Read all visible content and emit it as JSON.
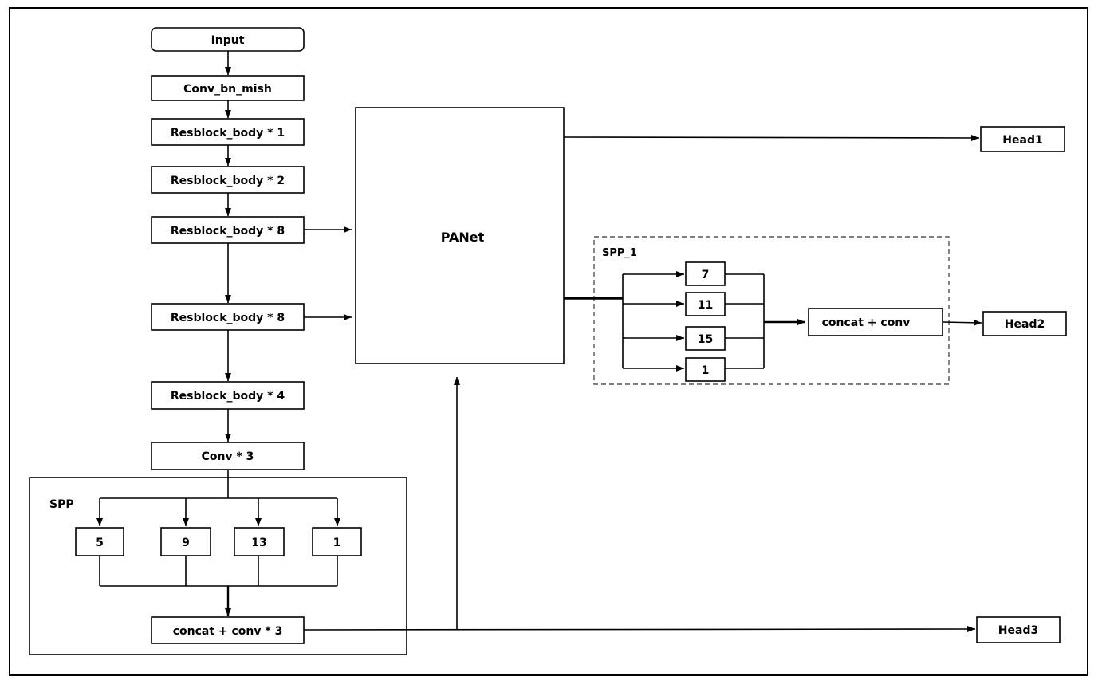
{
  "backbone": {
    "input": "Input",
    "conv_bn_mish": "Conv_bn_mish",
    "res1": "Resblock_body * 1",
    "res2": "Resblock_body * 2",
    "res8a": "Resblock_body * 8",
    "res8b": "Resblock_body * 8",
    "res4": "Resblock_body * 4",
    "conv3": "Conv * 3"
  },
  "spp": {
    "title": "SPP",
    "kernels": [
      "5",
      "9",
      "13",
      "1"
    ],
    "concat": "concat + conv * 3"
  },
  "panet": {
    "label": "PANet"
  },
  "spp_1": {
    "title": "SPP_1",
    "kernels": [
      "7",
      "11",
      "15",
      "1"
    ],
    "concat": "concat + conv"
  },
  "heads": {
    "head1": "Head1",
    "head2": "Head2",
    "head3": "Head3"
  }
}
